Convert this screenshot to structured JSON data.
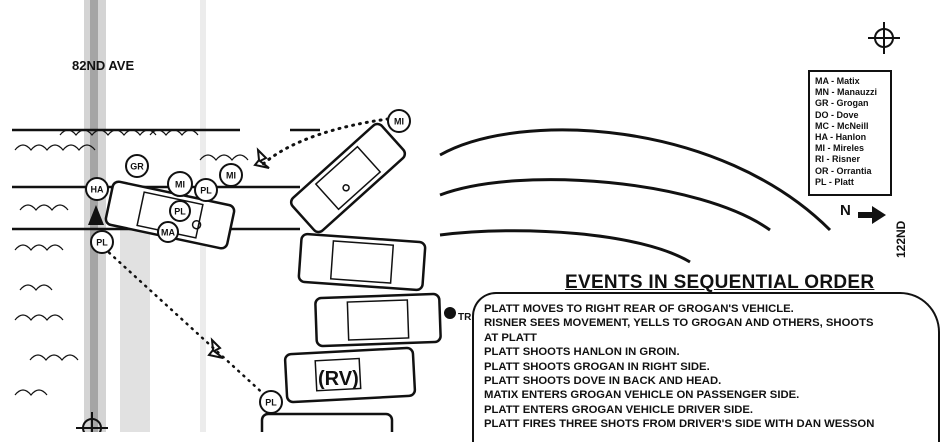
{
  "streets": {
    "avenue": "82ND AVE",
    "cross_street": "122ND"
  },
  "north_label": "N",
  "rv_label": "(RV)",
  "tr_label": "TR",
  "markers": [
    "MI",
    "GR",
    "HA",
    "MI",
    "PL",
    "MA",
    "PL",
    "PL",
    "MI",
    "PL"
  ],
  "legend": [
    "MA - Matix",
    "MN - Manauzzi",
    "GR - Grogan",
    "DO - Dove",
    "MC - McNeill",
    "HA - Hanlon",
    "MI - Mireles",
    "RI - Risner",
    "OR - Orrantia",
    "PL - Platt"
  ],
  "events_title": "EVENTS IN SEQUENTIAL ORDER",
  "events": [
    "PLATT MOVES TO RIGHT REAR OF GROGAN'S VEHICLE.",
    "RISNER SEES MOVEMENT, YELLS TO GROGAN AND OTHERS, SHOOTS",
    "AT PLATT",
    "PLATT SHOOTS HANLON IN GROIN.",
    "PLATT SHOOTS GROGAN IN RIGHT SIDE.",
    "PLATT SHOOTS DOVE IN BACK AND HEAD.",
    "MATIX ENTERS GROGAN VEHICLE ON PASSENGER SIDE.",
    "PLATT ENTERS GROGAN VEHICLE DRIVER SIDE.",
    "PLATT FIRES THREE SHOTS FROM DRIVER'S SIDE WITH DAN WESSON"
  ],
  "colors": {
    "ink": "#111111",
    "paper": "#ffffff"
  }
}
